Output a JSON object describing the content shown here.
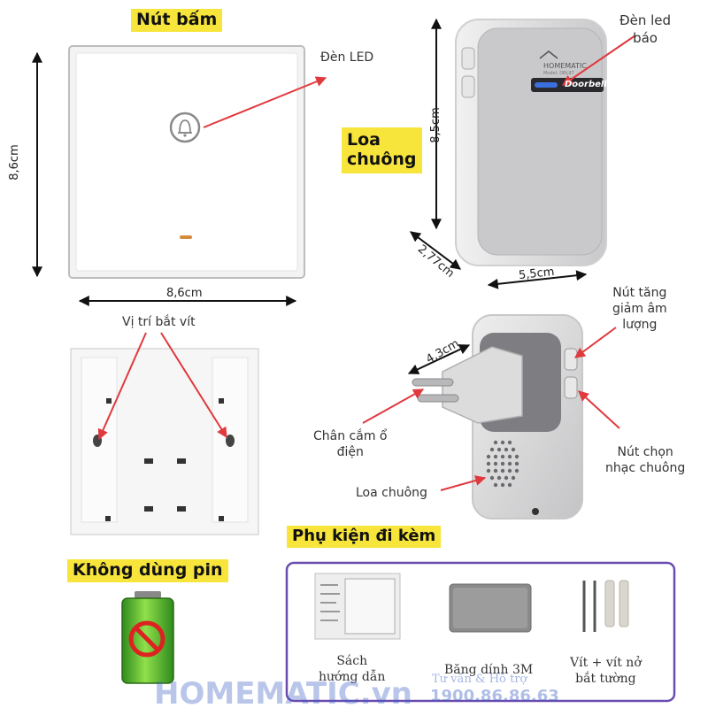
{
  "headings": {
    "button": "Nút bấm",
    "speaker": "Loa\nchuông",
    "no_battery": "Không dùng pin",
    "accessories": "Phụ kiện đi kèm"
  },
  "labels": {
    "led": "Đèn LED",
    "led_indicator": "Đèn led\nbáo",
    "screw_position": "Vị trí bắt vít",
    "volume_button": "Nút tăng\ngiảm âm\nlượng",
    "ringtone_button": "Nút chọn\nnhạc chuông",
    "plug": "Chân cắm ổ\nđiện",
    "speaker_grill": "Loa chuông"
  },
  "dimensions": {
    "button_height": "8,6cm",
    "button_width": "8,6cm",
    "receiver_height": "8,5cm",
    "receiver_depth": "2,77cm",
    "receiver_width": "5,5cm",
    "plug_depth": "4,3cm"
  },
  "accessories": [
    {
      "label": "Sách\nhướng dẫn"
    },
    {
      "label": "Băng dính 3M"
    },
    {
      "label": "Vít + vít nở\nbắt tường"
    }
  ],
  "product_print": {
    "brand": "HOMEMATIC",
    "model": "Model: DBL97",
    "badge": "Doorbell"
  },
  "watermark": {
    "brand": "HOMEMATIC.vn",
    "support": "Tư vấn & Hỗ trợ",
    "phone": "1900.86.86.63"
  },
  "colors": {
    "highlight": "#f7e53b",
    "arrow": "#e0393e",
    "frame": "#6a4bb0",
    "brand": "#3a5fc4"
  }
}
